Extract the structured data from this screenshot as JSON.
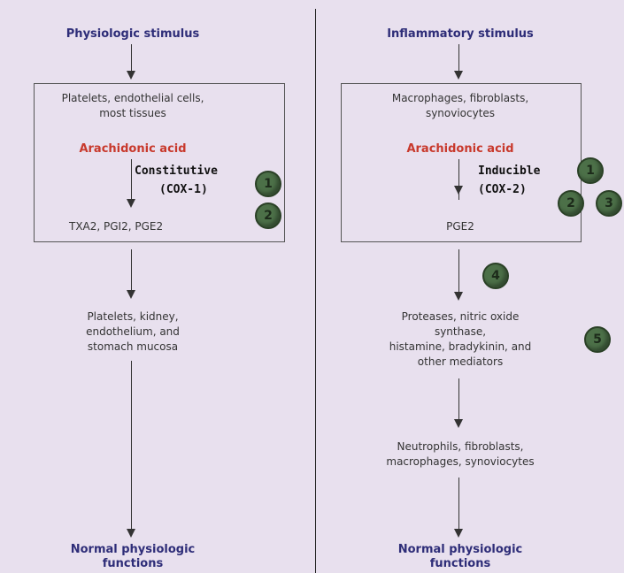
{
  "left": {
    "stimulus": "Physiologic stimulus",
    "sources": [
      "Platelets, endothelial cells,",
      "most tissues"
    ],
    "substrate": "Arachidonic acid",
    "enzyme_type": "Constitutive",
    "enzyme_name": "(COX-1)",
    "products": "TXA2, PGI2, PGE2",
    "targets": [
      "Platelets, kidney,",
      "endothelium, and",
      "stomach mucosa"
    ],
    "outcome": [
      "Normal physiologic",
      "functions"
    ],
    "markers": [
      "1",
      "2"
    ]
  },
  "right": {
    "stimulus": "Inflammatory stimulus",
    "sources": [
      "Macrophages, fibroblasts,",
      "synoviocytes"
    ],
    "substrate": "Arachidonic acid",
    "enzyme_type": "Inducible",
    "enzyme_name": "(COX-2)",
    "products": "PGE2",
    "mediators": [
      "Proteases, nitric oxide",
      "synthase,",
      "histamine, bradykinin, and",
      "other mediators"
    ],
    "cells": [
      "Neutrophils, fibroblasts,",
      "macrophages, synoviocytes"
    ],
    "outcome": [
      "Normal physiologic",
      "functions"
    ],
    "markers": [
      "1",
      "2",
      "3",
      "4",
      "5"
    ]
  },
  "colors": {
    "background": "#e8e0ee",
    "heading": "#2e2d78",
    "substrate": "#c8392c",
    "marker": "#4c7048"
  }
}
